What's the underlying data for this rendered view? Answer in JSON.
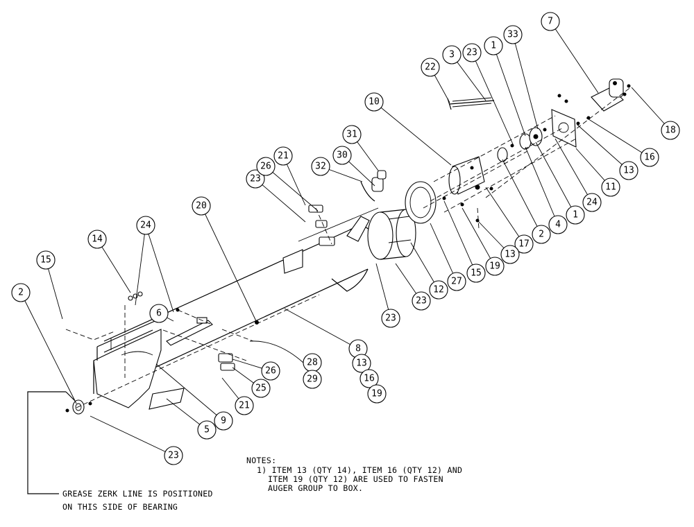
{
  "callouts": [
    {
      "id": "c-2-left",
      "label": "2"
    },
    {
      "id": "c-15-left",
      "label": "15"
    },
    {
      "id": "c-14",
      "label": "14"
    },
    {
      "id": "c-24-left",
      "label": "24"
    },
    {
      "id": "c-6",
      "label": "6"
    },
    {
      "id": "c-20",
      "label": "20"
    },
    {
      "id": "c-23-mid",
      "label": "23"
    },
    {
      "id": "c-26-top",
      "label": "26"
    },
    {
      "id": "c-21-top",
      "label": "21"
    },
    {
      "id": "c-32",
      "label": "32"
    },
    {
      "id": "c-30",
      "label": "30"
    },
    {
      "id": "c-31",
      "label": "31"
    },
    {
      "id": "c-10",
      "label": "10"
    },
    {
      "id": "c-22",
      "label": "22"
    },
    {
      "id": "c-3",
      "label": "3"
    },
    {
      "id": "c-23-top",
      "label": "23"
    },
    {
      "id": "c-1-top",
      "label": "1"
    },
    {
      "id": "c-33",
      "label": "33"
    },
    {
      "id": "c-7",
      "label": "7"
    },
    {
      "id": "c-18",
      "label": "18"
    },
    {
      "id": "c-16-right",
      "label": "16"
    },
    {
      "id": "c-13-right",
      "label": "13"
    },
    {
      "id": "c-11",
      "label": "11"
    },
    {
      "id": "c-24-right",
      "label": "24"
    },
    {
      "id": "c-1-right",
      "label": "1"
    },
    {
      "id": "c-4",
      "label": "4"
    },
    {
      "id": "c-2-right",
      "label": "2"
    },
    {
      "id": "c-17",
      "label": "17"
    },
    {
      "id": "c-13-mid",
      "label": "13"
    },
    {
      "id": "c-19-mid",
      "label": "19"
    },
    {
      "id": "c-15-mid",
      "label": "15"
    },
    {
      "id": "c-27",
      "label": "27"
    },
    {
      "id": "c-12",
      "label": "12"
    },
    {
      "id": "c-23-low1",
      "label": "23"
    },
    {
      "id": "c-23-low2",
      "label": "23"
    },
    {
      "id": "c-8",
      "label": "8"
    },
    {
      "id": "c-13-low",
      "label": "13"
    },
    {
      "id": "c-16-low",
      "label": "16"
    },
    {
      "id": "c-19-low",
      "label": "19"
    },
    {
      "id": "c-28",
      "label": "28"
    },
    {
      "id": "c-29",
      "label": "29"
    },
    {
      "id": "c-26-low",
      "label": "26"
    },
    {
      "id": "c-25",
      "label": "25"
    },
    {
      "id": "c-21-low",
      "label": "21"
    },
    {
      "id": "c-9",
      "label": "9"
    },
    {
      "id": "c-5",
      "label": "5"
    },
    {
      "id": "c-23-bottom",
      "label": "23"
    }
  ],
  "notes": {
    "heading": "NOTES:",
    "line1": "1) ITEM 13 (QTY 14), ITEM 16 (QTY 12) AND",
    "line2": "ITEM 19 (QTY 12) ARE USED TO FASTEN",
    "line3": "AUGER GROUP TO BOX."
  },
  "grease_note": {
    "line1": "GREASE ZERK LINE IS POSITIONED",
    "line2": "ON THIS SIDE OF BEARING"
  }
}
